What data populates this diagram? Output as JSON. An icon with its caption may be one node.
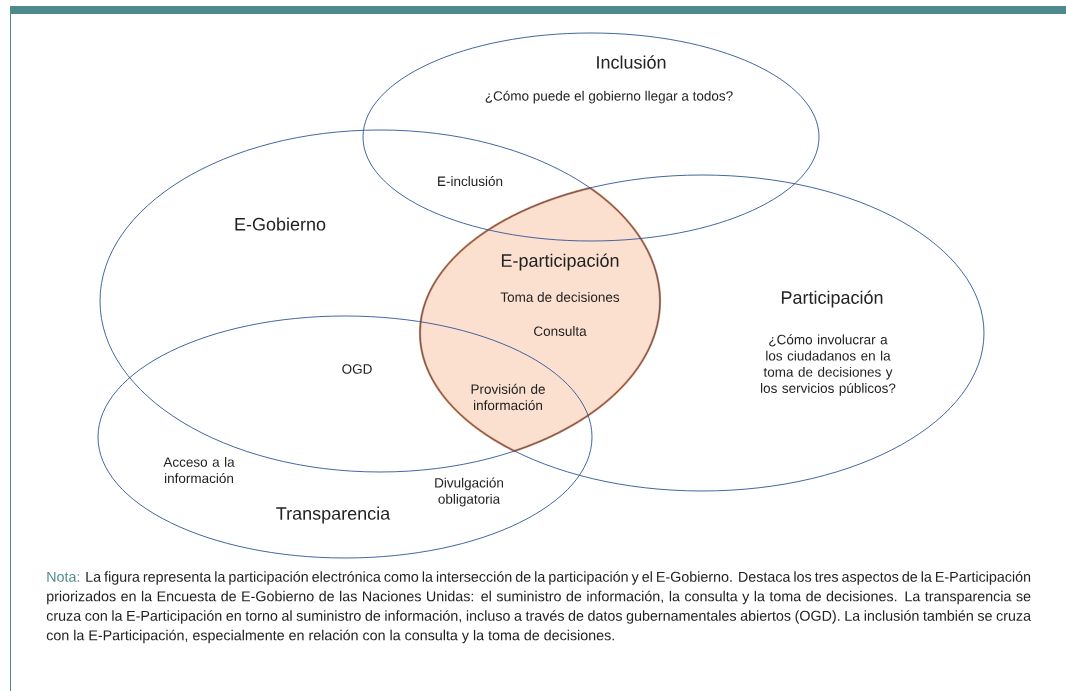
{
  "diagram": {
    "caption": "La figura representa la participación electrónica como la intersección de la participación y el E-Gobierno. Destaca los tres aspectos de la E-Participación priorizados en la Encuesta de E-Gobierno de las Naciones Unidas: el suministro de información, la consulta y la toma de decisiones. La transparencia se cruza con la E-Participación en torno al suministro de información, incluso a través de datos gubernamentales abiertos (OGD). La inclusión también se cruza con la E-Participación, especialmente en relación con la consulta y la toma de decisiones.",
    "nodes": [
      {
        "text": [
          "Inclusión",
          "¿Cómo puede el gobierno llegar a todos?"
        ]
      },
      {
        "text": [
          "E-Gobierno"
        ]
      },
      {
        "text": [
          "Participación",
          "¿Cómo involucrar a los ciudadanos en la toma de decisiones y los servicios públicos?"
        ]
      },
      {
        "text": [
          "Transparencia"
        ]
      },
      {
        "text": [
          "E-participación",
          "Toma de decisiones",
          "Consulta",
          "Provisión de información"
        ]
      }
    ],
    "labels": [
      "E-inclusión",
      "OGD",
      "Acceso a la información",
      "Divulgación obligatoria",
      "Nota:"
    ]
  }
}
